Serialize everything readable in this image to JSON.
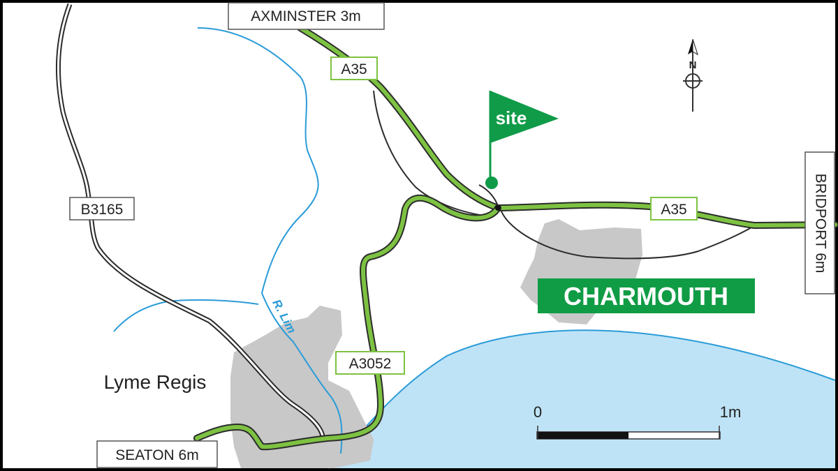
{
  "colors": {
    "road_fill": "#7dc242",
    "road_outline": "#2b2b2b",
    "town": "#c8c8c8",
    "sea": "#bfe3f6",
    "river": "#2a9bd8",
    "flag": "#0f9b48",
    "label_green": "#109c45"
  },
  "signs": {
    "axminster": "AXMINSTER 3m",
    "bridport": "BRIDPORT 6m",
    "seaton": "SEATON 6m"
  },
  "roads": {
    "a35_north": "A35",
    "a35_east": "A35",
    "a3052": "A3052",
    "b3165": "B3165"
  },
  "places": {
    "charmouth": "CHARMOUTH",
    "lyme_regis": "Lyme Regis",
    "river": "R. Lim"
  },
  "site_flag": {
    "label": "site"
  },
  "scale_bar": {
    "start": "0",
    "end": "1m"
  },
  "compass": {
    "north": "N"
  }
}
